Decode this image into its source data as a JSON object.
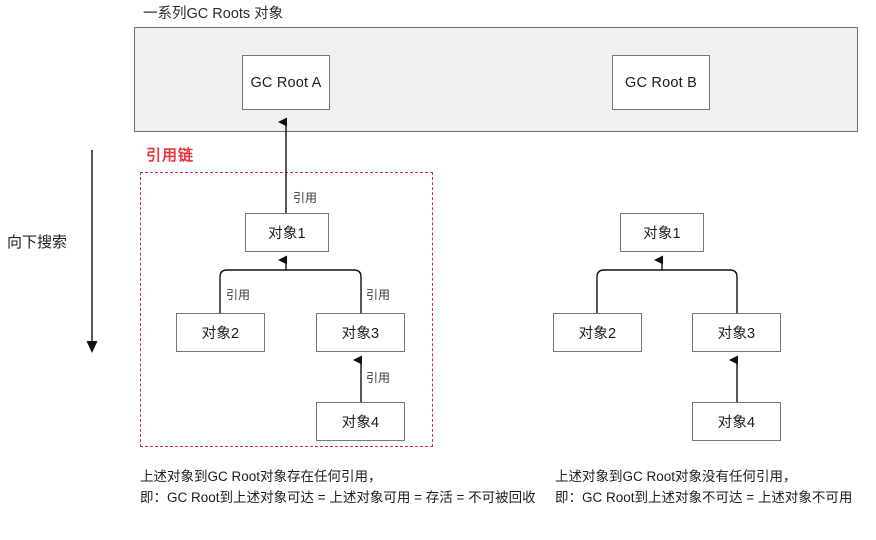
{
  "diagram": {
    "band": {
      "caption": "一系列GC Roots 对象",
      "bg_color": "#f0f0f0",
      "border_color": "#6f6f6f",
      "roots": [
        {
          "label": "GC Root A"
        },
        {
          "label": "GC Root B"
        }
      ]
    },
    "axis": {
      "label": "向下搜索",
      "direction": "down"
    },
    "chain_region": {
      "label": "引用链",
      "label_color": "#e8383d",
      "border_color": "#c8304a",
      "border_style": "dashed"
    },
    "left_group": {
      "nodes": [
        {
          "id": "obj1",
          "label": "对象1"
        },
        {
          "id": "obj2",
          "label": "对象2"
        },
        {
          "id": "obj3",
          "label": "对象3"
        },
        {
          "id": "obj4",
          "label": "对象4"
        }
      ],
      "edge_labels": {
        "root_to_obj1": "引用",
        "obj1_to_obj2": "引用",
        "obj1_to_obj3": "引用",
        "obj3_to_obj4": "引用"
      },
      "caption": {
        "line1": "上述对象到GC Root对象存在任何引用，",
        "line2": "即：GC Root到上述对象可达 = 上述对象可用 = 存活 = 不可被回收"
      }
    },
    "right_group": {
      "nodes": [
        {
          "id": "obj1",
          "label": "对象1"
        },
        {
          "id": "obj2",
          "label": "对象2"
        },
        {
          "id": "obj3",
          "label": "对象3"
        },
        {
          "id": "obj4",
          "label": "对象4"
        }
      ],
      "caption": {
        "line1": "上述对象到GC Root对象没有任何引用，",
        "line2": "即：GC Root到上述对象不可达 = 上述对象不可用"
      }
    }
  }
}
